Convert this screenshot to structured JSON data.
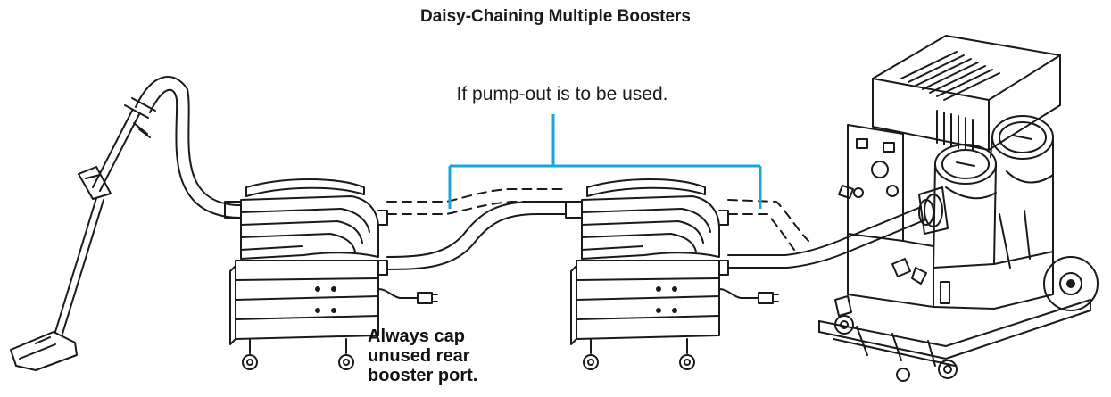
{
  "title": "Daisy-Chaining Multiple Boosters",
  "pumpout_note": "If pump-out is to be used.",
  "cap_note": {
    "line1": "Always cap",
    "line2": "unused rear",
    "line3": "booster port."
  },
  "colors": {
    "bracket": "#1aa7d8",
    "line": "#1a1a1a"
  },
  "icons": [
    "vacuum-wand-icon",
    "booster-unit-icon",
    "extractor-machine-icon"
  ]
}
